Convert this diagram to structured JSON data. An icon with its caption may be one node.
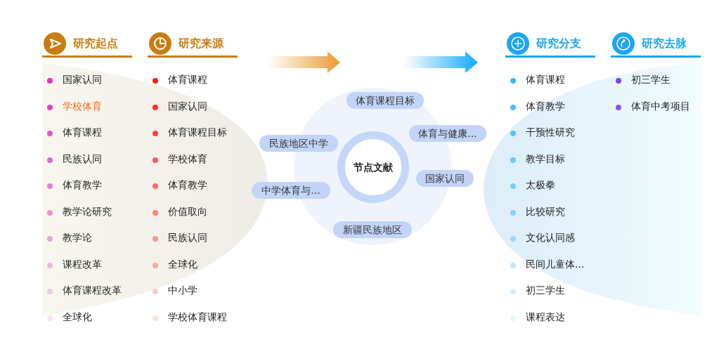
{
  "diagram": {
    "nodes": [
      {
        "text": [
          "研究起点",
          "国家认同",
          "学校体育",
          "体育课程",
          "民族认同",
          "体育教学",
          "教学论研究",
          "教学论",
          "课程改革",
          "体育课程改革",
          "全球化"
        ]
      },
      {
        "text": [
          "研究来源",
          "体育课程",
          "国家认同",
          "体育课程目标",
          "学校体育",
          "体育教学",
          "价值取向",
          "民族认同",
          "全球化",
          "中小学",
          "学校体育课程"
        ]
      },
      {
        "text": [],
        "shape": "circle"
      },
      {
        "text": [
          "节点文献"
        ],
        "in": 2
      },
      {
        "text": [
          "体育课程目标"
        ],
        "in": 2
      },
      {
        "text": [
          "体育与健康..."
        ]
      },
      {
        "text": [
          "民族地区中学"
        ]
      },
      {
        "text": [
          "国家认同"
        ]
      },
      {
        "text": [
          "中学体育与..."
        ]
      },
      {
        "text": [
          "新疆民族地区"
        ],
        "in": 2
      },
      {
        "text": [
          "研究分支",
          "体育课程",
          "体育教学",
          "干预性研究",
          "教学目标",
          "太极拳",
          "比较研究",
          "文化认同感",
          "民间儿童体...",
          "初三学生",
          "课程表达"
        ]
      },
      {
        "text": [
          "研究去脉",
          "初三学生",
          "体育中考项目"
        ]
      }
    ]
  }
}
